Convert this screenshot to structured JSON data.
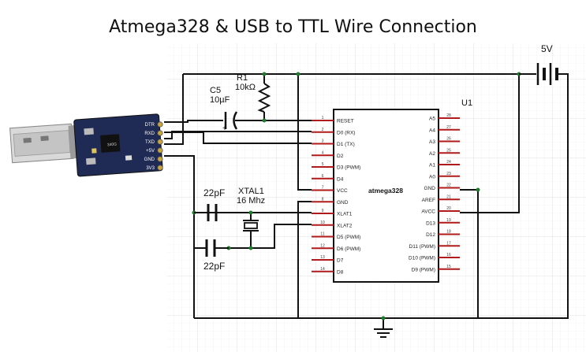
{
  "title": "Atmega328 & USB to TTL Wire Connection",
  "battery": {
    "label": "5V"
  },
  "resistor": {
    "ref": "R1",
    "value": "10kΩ"
  },
  "cap_reset": {
    "ref": "C5",
    "value": "10µF",
    "polarity": "+"
  },
  "crystal": {
    "ref": "XTAL1",
    "value": "16 Mhz"
  },
  "cap_load_top": {
    "value": "22pF"
  },
  "cap_load_bottom": {
    "value": "22pF"
  },
  "chip": {
    "ref": "U1",
    "name": "atmega328",
    "left_pins": [
      {
        "num": "1",
        "label": "RESET"
      },
      {
        "num": "2",
        "label": "D0 (RX)"
      },
      {
        "num": "3",
        "label": "D1 (TX)"
      },
      {
        "num": "4",
        "label": "D2"
      },
      {
        "num": "5",
        "label": "D3 (PWM)"
      },
      {
        "num": "6",
        "label": "D4"
      },
      {
        "num": "7",
        "label": "VCC"
      },
      {
        "num": "8",
        "label": "GND"
      },
      {
        "num": "9",
        "label": "XLAT1"
      },
      {
        "num": "10",
        "label": "XLAT2"
      },
      {
        "num": "11",
        "label": "D5 (PWM)"
      },
      {
        "num": "12",
        "label": "D6 (PWM)"
      },
      {
        "num": "13",
        "label": "D7"
      },
      {
        "num": "14",
        "label": "D8"
      }
    ],
    "right_pins": [
      {
        "num": "28",
        "label": "A5"
      },
      {
        "num": "27",
        "label": "A4"
      },
      {
        "num": "26",
        "label": "A3"
      },
      {
        "num": "25",
        "label": "A2"
      },
      {
        "num": "24",
        "label": "A1"
      },
      {
        "num": "23",
        "label": "A0"
      },
      {
        "num": "22",
        "label": "GND"
      },
      {
        "num": "21",
        "label": "AREF"
      },
      {
        "num": "20",
        "label": "AVCC"
      },
      {
        "num": "19",
        "label": "D13"
      },
      {
        "num": "18",
        "label": "D12"
      },
      {
        "num": "17",
        "label": "D11 (PWM)"
      },
      {
        "num": "16",
        "label": "D10 (PWM)"
      },
      {
        "num": "15",
        "label": "D9 (PWM)"
      }
    ]
  },
  "usb_module": {
    "pins": [
      "DTR",
      "RXD",
      "TXD",
      "+5V",
      "GND",
      "3V3"
    ],
    "chip_text": "340G"
  }
}
